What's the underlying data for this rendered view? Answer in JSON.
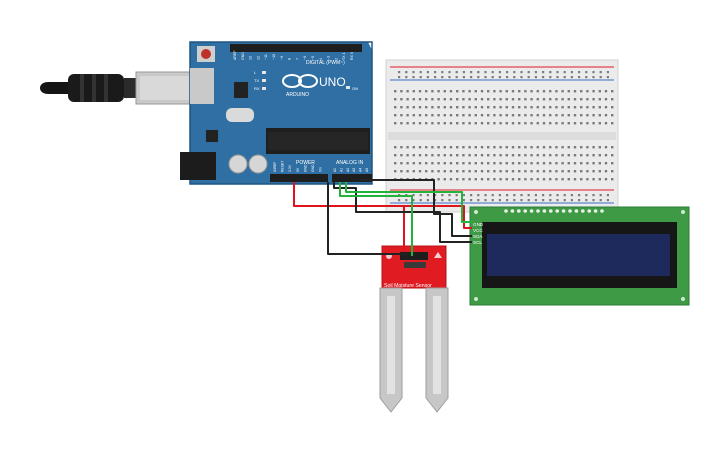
{
  "arduino": {
    "model_label": "UNO",
    "brand_label": "ARDUINO",
    "digital_header_label": "DIGITAL (PWM~)",
    "power_header_label": "POWER",
    "analog_header_label": "ANALOG IN",
    "led_labels": [
      "L",
      "TX",
      "RX"
    ],
    "on_label": "ON",
    "power_pin_labels": [
      "IOREF",
      "RESET",
      "3.3V",
      "5V",
      "GND",
      "GND",
      "Vin"
    ],
    "analog_pin_labels": [
      "A0",
      "A1",
      "A2",
      "A3",
      "A4",
      "A5"
    ],
    "digital_pin_labels": [
      "AREF",
      "GND",
      "13",
      "12",
      "~11",
      "~10",
      "~9",
      "8",
      "7",
      "~6",
      "~5",
      "4",
      "~3",
      "2",
      "TX 1",
      "RX 0"
    ]
  },
  "sensor": {
    "label": "Soil Moisture Sensor"
  },
  "lcd": {
    "pin_labels": [
      "GND",
      "VCC",
      "SDA",
      "SCL"
    ]
  },
  "colors": {
    "arduino_board": "#2f6fa3",
    "breadboard": "#ebebeb",
    "sensor_board": "#e01b22",
    "lcd_board": "#3f9a46",
    "lcd_screen": "#1f2a5c",
    "wire_red": "#e0121b",
    "wire_black": "#222222",
    "wire_green": "#22b43a"
  }
}
